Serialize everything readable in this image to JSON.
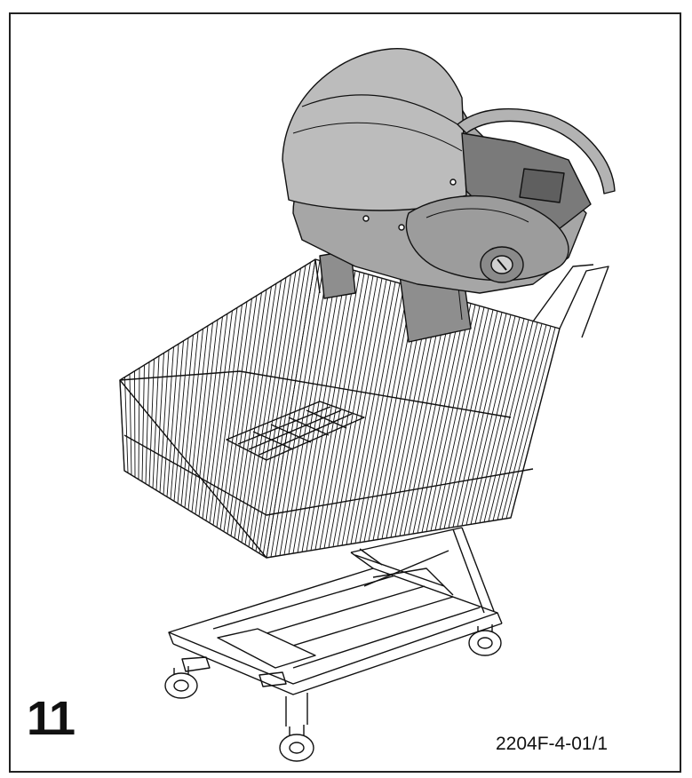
{
  "figure": {
    "number": "11",
    "code": "2204F-4-01/1"
  },
  "illustration": {
    "subject": "infant-car-seat-in-shopping-cart",
    "colors": {
      "line": "#111111",
      "seat_light": "#bdbdbd",
      "seat_mid": "#9a9a9a",
      "seat_dark": "#6e6e6e",
      "background": "#ffffff"
    }
  }
}
